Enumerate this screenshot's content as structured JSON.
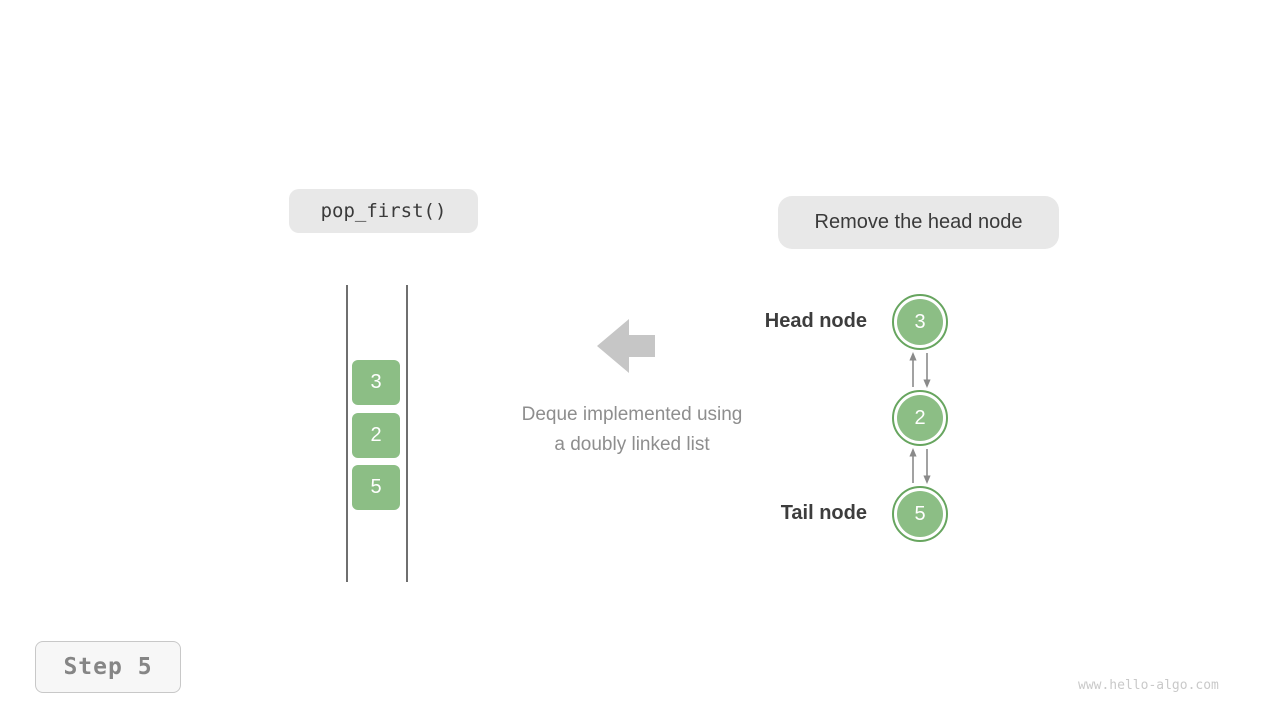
{
  "operation_pill": {
    "label": "pop_first()"
  },
  "annotation_pill": {
    "label": "Remove the head node"
  },
  "deque_container": {
    "items": [
      "3",
      "2",
      "5"
    ]
  },
  "caption": {
    "line1": "Deque implemented using",
    "line2": "a doubly linked list"
  },
  "linked_list": {
    "head_label": "Head node",
    "tail_label": "Tail node",
    "nodes": [
      "3",
      "2",
      "5"
    ]
  },
  "footer": {
    "step_label": "Step 5",
    "watermark": "www.hello-algo.com"
  },
  "colors": {
    "node_green_fill": "#8cbe85",
    "node_green_border": "#67a55f",
    "pill_gray": "#e8e8e8",
    "block_arrow_gray": "#c6c6c6",
    "link_arrow_gray": "#8a8a8a",
    "caption_gray": "#8e8e8e",
    "dark_text": "#3d3d3d"
  }
}
